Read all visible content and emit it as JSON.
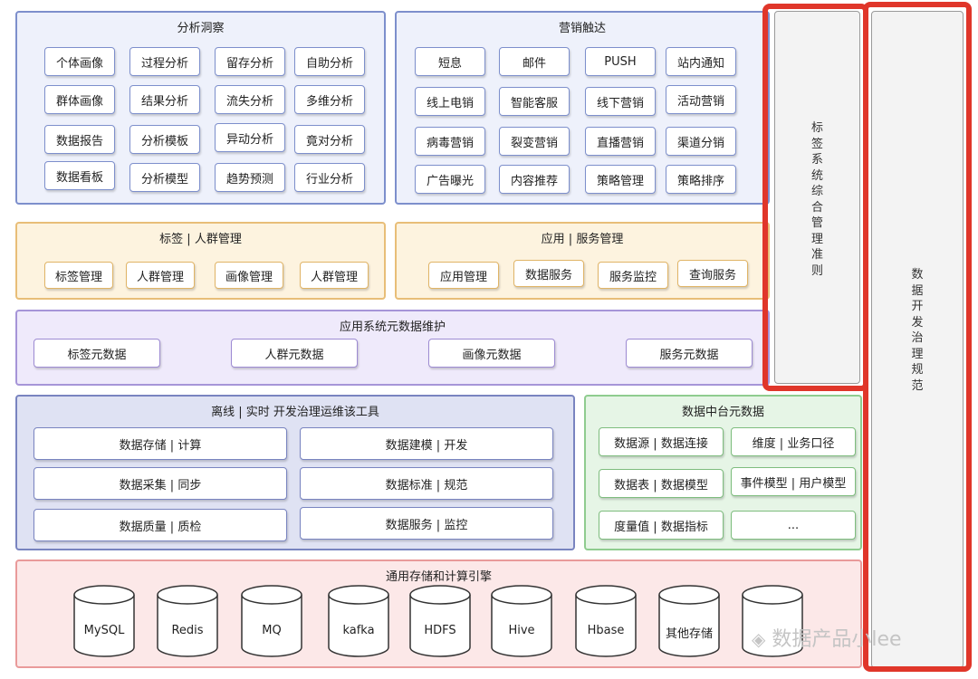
{
  "analysis": {
    "title": "分析洞察",
    "items": [
      "个体画像",
      "过程分析",
      "留存分析",
      "自助分析",
      "群体画像",
      "结果分析",
      "流失分析",
      "多维分析",
      "数据报告",
      "分析模板",
      "异动分析",
      "竟对分析",
      "数据看板",
      "分析模型",
      "趋势预测",
      "行业分析"
    ]
  },
  "marketing": {
    "title": "营销触达",
    "items": [
      "短息",
      "邮件",
      "PUSH",
      "站内通知",
      "线上电销",
      "智能客服",
      "线下营销",
      "活动营销",
      "病毒营销",
      "裂变营销",
      "直播营销",
      "渠道分销",
      "广告曝光",
      "内容推荐",
      "策略管理",
      "策略排序"
    ]
  },
  "tag_mgmt": {
    "title": "标签 | 人群管理",
    "items": [
      "标签管理",
      "人群管理",
      "画像管理",
      "人群管理"
    ]
  },
  "app_mgmt": {
    "title": "应用 | 服务管理",
    "items": [
      "应用管理",
      "数据服务",
      "服务监控",
      "查询服务"
    ]
  },
  "meta": {
    "title": "应用系统元数据维护",
    "items": [
      "标签元数据",
      "人群元数据",
      "画像元数据",
      "服务元数据"
    ]
  },
  "tools": {
    "title": "离线 | 实时 开发治理运维该工具",
    "items": [
      "数据存储 | 计算",
      "数据建模 | 开发",
      "数据采集 | 同步",
      "数据标准 | 规范",
      "数据质量 | 质检",
      "数据服务 | 监控"
    ]
  },
  "middle": {
    "title": "数据中台元数据",
    "items": [
      "数据源 | 数据连接",
      "维度 | 业务口径",
      "数据表 | 数据模型",
      "事件模型 | 用户模型",
      "度量值 | 数据指标",
      "..."
    ]
  },
  "storage": {
    "title": "通用存储和计算引擎",
    "items": [
      "MySQL",
      "Redis",
      "MQ",
      "kafka",
      "HDFS",
      "Hive",
      "Hbase",
      "其他存储",
      ""
    ]
  },
  "side1": {
    "chars": [
      "标",
      "签",
      "系",
      "统",
      "综",
      "合",
      "管",
      "理",
      "准",
      "则"
    ]
  },
  "side2": {
    "chars": [
      "数",
      "据",
      "开",
      "发",
      "治",
      "理",
      "规",
      "范"
    ]
  },
  "watermark": "数据产品小lee",
  "colors": {
    "highlight": "#e0362a"
  }
}
